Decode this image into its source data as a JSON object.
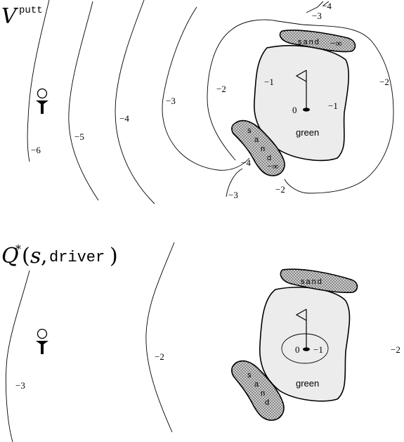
{
  "top": {
    "title_main": "V",
    "title_sup": "putt",
    "contour_labels": {
      "m6": "−6",
      "m5": "−5",
      "m4_left": "−4",
      "m3_left": "−3",
      "m2_upper": "−2",
      "m1_left": "−1",
      "m1_right": "−1",
      "m2_right": "−2",
      "m3_top": "−3",
      "m4_top": "−4",
      "m4_bunker": "−4",
      "m3_bottom": "−3",
      "m2_bottom": "−2",
      "zero": "0"
    },
    "green_label": "green",
    "sand_top_label": "sand",
    "sand_top_inf": "−∞",
    "sand_left_letters": [
      "s",
      "a",
      "n",
      "d"
    ],
    "sand_left_inf": "−∞"
  },
  "bottom": {
    "title_q": "Q",
    "title_star": "*",
    "title_open": "(",
    "title_s": "s",
    "title_comma": ",",
    "title_action": "driver",
    "title_close": ")",
    "contour_labels": {
      "m3": "−3",
      "m2_left": "−2",
      "m2_right": "−2",
      "m1": "−1",
      "zero": "0"
    },
    "green_label": "green",
    "sand_top_label": "sand",
    "sand_left_letters": [
      "s",
      "a",
      "n",
      "d"
    ]
  },
  "icons": [
    "tee-icon",
    "flag-icon",
    "hole-icon"
  ]
}
